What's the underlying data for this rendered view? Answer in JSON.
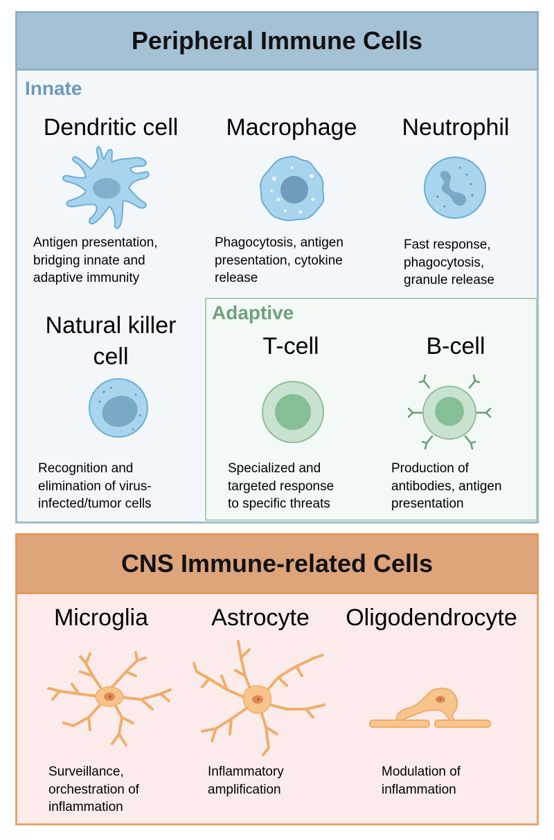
{
  "peripheral": {
    "title": "Peripheral Immune Cells",
    "innate_label": "Innate",
    "adaptive_label": "Adaptive",
    "cells": {
      "dendritic": {
        "name": "Dendritic cell",
        "desc": "Antigen presentation,\nbridging innate and\nadaptive immunity"
      },
      "macrophage": {
        "name": "Macrophage",
        "desc": "Phagocytosis, antigen\npresentation, cytokine\nrelease"
      },
      "neutrophil": {
        "name": "Neutrophil",
        "desc": "Fast response,\nphagocytosis,\ngranule release"
      },
      "nk": {
        "name": "Natural killer\ncell",
        "desc": "Recognition and\nelimination of virus-\ninfected/tumor cells"
      },
      "tcell": {
        "name": "T-cell",
        "desc": "Specialized and\ntargeted response\nto specific threats"
      },
      "bcell": {
        "name": "B-cell",
        "desc": "Production of\nantibodies, antigen\npresentation"
      }
    }
  },
  "cns": {
    "title": "CNS Immune-related Cells",
    "cells": {
      "microglia": {
        "name": "Microglia",
        "desc": "Surveillance,\norchestration of\ninflammation"
      },
      "astrocyte": {
        "name": "Astrocyte",
        "desc": "Inflammatory\namplification"
      },
      "oligodendrocyte": {
        "name": "Oligodendrocyte",
        "desc": "Modulation of\ninflammation"
      }
    }
  },
  "colors": {
    "peripheral_header": "#a5c1d6",
    "innate_text": "#6b9ac0",
    "adaptive_text": "#6fa07c",
    "cns_header": "#dea47a",
    "cns_background": "#fbeceb",
    "cell_blue": "#a8d4ee",
    "cell_green": "#c9e2cf",
    "glia_orange": "#f7c48b"
  },
  "icons": [
    "dendritic-cell-icon",
    "macrophage-icon",
    "neutrophil-icon",
    "nk-cell-icon",
    "t-cell-icon",
    "b-cell-icon",
    "microglia-icon",
    "astrocyte-icon",
    "oligodendrocyte-icon"
  ]
}
